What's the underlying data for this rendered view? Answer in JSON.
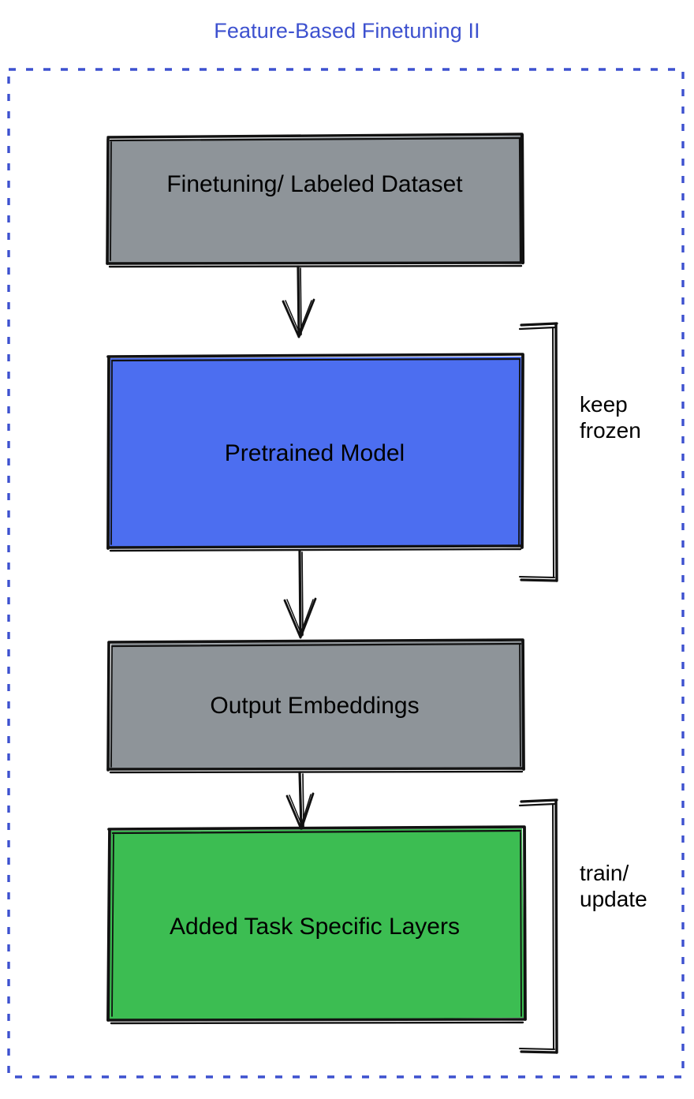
{
  "page": {
    "title": "Feature-Based Finetuning II",
    "title_color": "#3d51cf",
    "background": "#ffffff",
    "border_style": "dashed",
    "border_color": "#3d51cf"
  },
  "diagram": {
    "type": "flowchart",
    "direction": "top-to-bottom",
    "nodes": [
      {
        "id": "finetuning-dataset",
        "label": "Finetuning/ Labeled Dataset",
        "fill": "#8e9499",
        "stroke": "#000000"
      },
      {
        "id": "pretrained-model",
        "label": "Pretrained Model",
        "fill": "#4c6ef0",
        "stroke": "#000000"
      },
      {
        "id": "output-embeddings",
        "label": "Output Embeddings",
        "fill": "#8e9499",
        "stroke": "#000000"
      },
      {
        "id": "added-task-layers",
        "label": "Added Task Specific Layers",
        "fill": "#3cbd52",
        "stroke": "#000000"
      }
    ],
    "edges": [
      {
        "from": "finetuning-dataset",
        "to": "pretrained-model",
        "arrow": "down-arrow"
      },
      {
        "from": "pretrained-model",
        "to": "output-embeddings",
        "arrow": "down-arrow"
      },
      {
        "from": "output-embeddings",
        "to": "added-task-layers",
        "arrow": "down-arrow"
      }
    ],
    "annotations": [
      {
        "id": "keep-frozen",
        "label": "keep\nfrozen",
        "line1": "keep",
        "line2": "frozen",
        "target": "pretrained-model",
        "bracket": "right-bracket"
      },
      {
        "id": "train-update",
        "label": "train/\nupdate",
        "line1": "train/",
        "line2": "update",
        "target": "added-task-layers",
        "bracket": "right-bracket"
      }
    ]
  }
}
